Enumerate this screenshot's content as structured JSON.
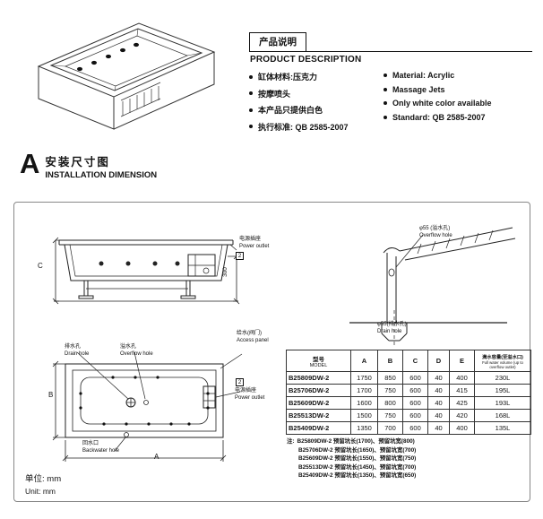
{
  "product": {
    "title_cn": "产品说明",
    "title_en": "PRODUCT DESCRIPTION",
    "bullets_cn": [
      "缸体材料:压克力",
      "按摩喷头",
      "本产品只提供白色",
      "执行标准:  QB 2585-2007"
    ],
    "bullets_en": [
      "Material:  Acrylic",
      "Massage Jets",
      "Only white color available",
      "Standard: QB 2585-2007"
    ]
  },
  "section": {
    "letter": "A",
    "title_cn": "安装尺寸图",
    "title_en": "INSTALLATION DIMENSION"
  },
  "diagram": {
    "power_outlet_cn": "电源插座",
    "power_outlet_en": "Power outlet",
    "callout_number": "2",
    "dim_c": "C",
    "dim_300": "300",
    "dim_a": "A",
    "dim_b": "B",
    "overflow_dia_cn": "φ55 (溢水孔)",
    "overflow_dia_en": "Overflow hole",
    "drain_dia_cn": "φ55(排水孔)",
    "drain_dia_en": "Drain hole",
    "drain_cn": "排水孔",
    "drain_en": "Drain hole",
    "overflow_cn": "溢水孔",
    "overflow_en": "Overflow hole",
    "access_cn": "给水(阀门)",
    "access_en": "Access panel",
    "backwater_cn": "回水口",
    "backwater_en": "Backwater hole"
  },
  "table": {
    "headers": {
      "model_cn": "型号",
      "model_en": "MODEL",
      "a": "A",
      "b": "B",
      "c": "C",
      "d": "D",
      "e": "E",
      "volume_cn": "满水容量(至溢水口)",
      "volume_en": "Full water volume (up to overflow outlet)"
    },
    "rows": [
      {
        "model": "B25809DW-2",
        "a": "1750",
        "b": "850",
        "c": "600",
        "d": "40",
        "e": "400",
        "vol": "230L"
      },
      {
        "model": "B25706DW-2",
        "a": "1700",
        "b": "750",
        "c": "600",
        "d": "40",
        "e": "415",
        "vol": "195L"
      },
      {
        "model": "B25609DW-2",
        "a": "1600",
        "b": "800",
        "c": "600",
        "d": "40",
        "e": "425",
        "vol": "193L"
      },
      {
        "model": "B25513DW-2",
        "a": "1500",
        "b": "750",
        "c": "600",
        "d": "40",
        "e": "420",
        "vol": "168L"
      },
      {
        "model": "B25409DW-2",
        "a": "1350",
        "b": "700",
        "c": "600",
        "d": "40",
        "e": "400",
        "vol": "135L"
      }
    ]
  },
  "notes": {
    "prefix": "注:",
    "lines": [
      "B25809DW-2 预留坑长(1700)、预留坑宽(800)",
      "B25706DW-2 预留坑长(1650)、预留坑宽(700)",
      "B25609DW-2 预留坑长(1550)、预留坑宽(750)",
      "B25513DW-2 预留坑长(1450)、预留坑宽(700)",
      "B25409DW-2 预留坑长(1350)、预留坑宽(650)"
    ]
  },
  "unit": {
    "cn": "单位: mm",
    "en": "Unit: mm"
  }
}
